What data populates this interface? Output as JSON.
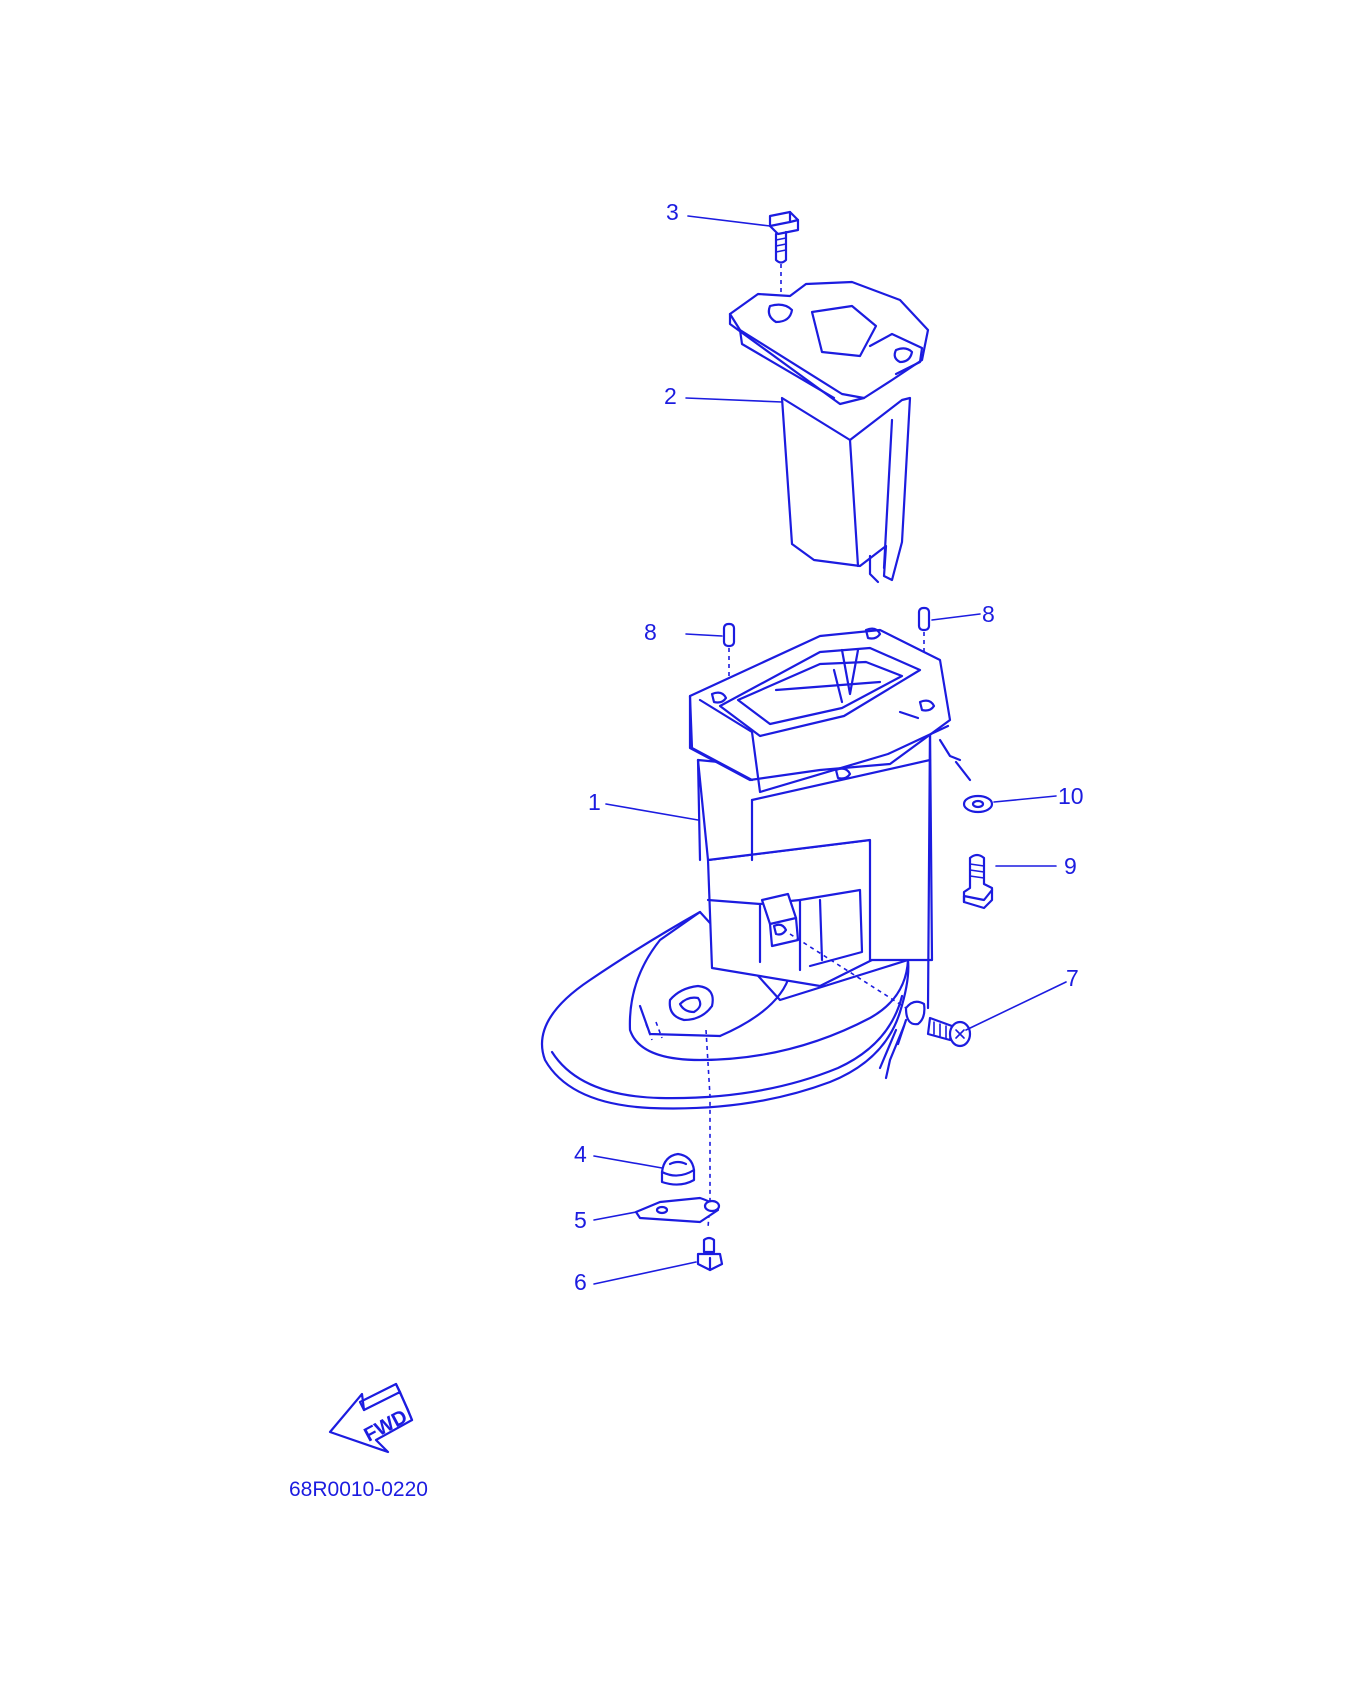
{
  "callouts": {
    "c1": "1",
    "c2": "2",
    "c3": "3",
    "c4": "4",
    "c5": "5",
    "c6": "6",
    "c7": "7",
    "c8a": "8",
    "c8b": "8",
    "c9": "9",
    "c10": "10"
  },
  "fwd_label": "FWD",
  "diagram_code": "68R0010-0220",
  "colors": {
    "line": "#1c1ce0",
    "background": "#ffffff"
  }
}
